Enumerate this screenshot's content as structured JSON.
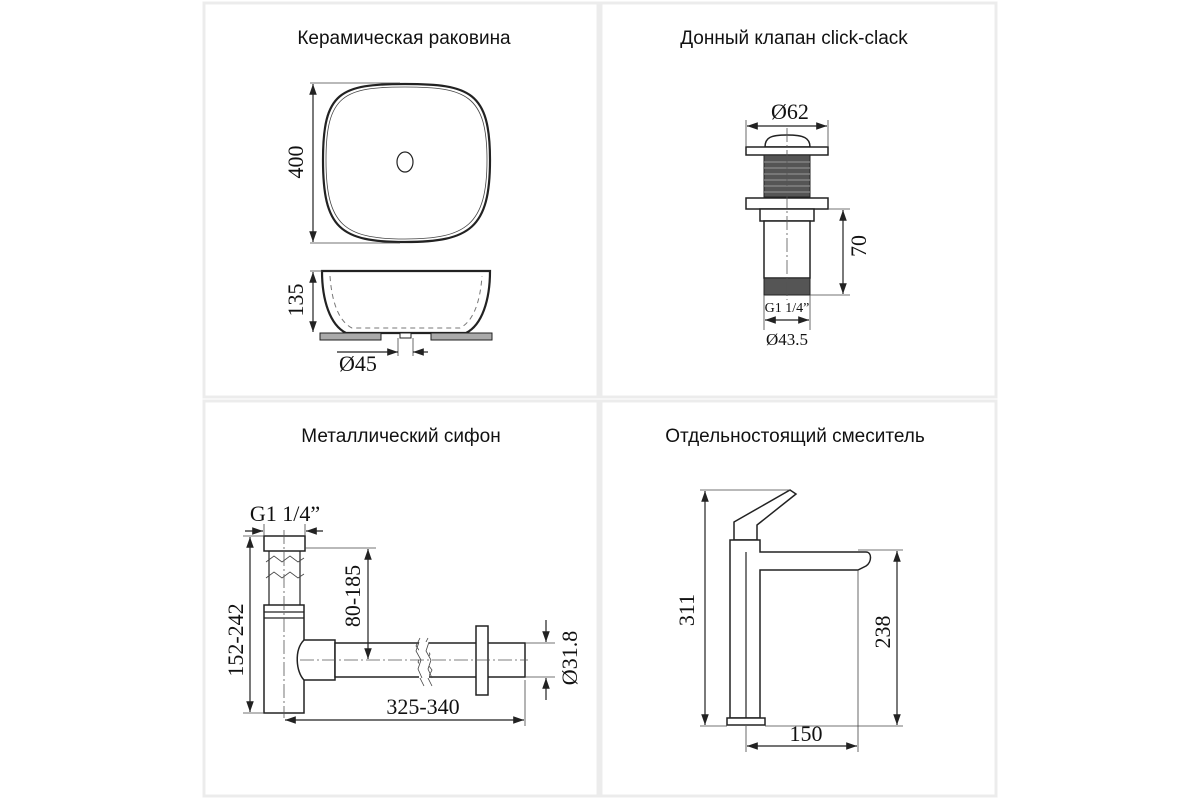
{
  "panels": [
    {
      "title": "Керамическая раковина",
      "dims": {
        "width": "400",
        "height": "135",
        "drain": "Ø45"
      }
    },
    {
      "title": "Донный клапан click-clack",
      "dims": {
        "diameter": "Ø62",
        "length": "70",
        "thread": "G1 1/4”",
        "outer": "Ø43.5"
      }
    },
    {
      "title": "Металлический сифон",
      "dims": {
        "thread": "G1 1/4”",
        "height": "152-242",
        "drop": "80-185",
        "pipe": "Ø31.8",
        "reach": "325-340"
      }
    },
    {
      "title": "Отдельностоящий смеситель",
      "dims": {
        "height": "311",
        "spout_height": "238",
        "reach": "150"
      }
    }
  ],
  "colors": {
    "background": "#ffffff",
    "panel_border": "#ececec",
    "line": "#222222"
  }
}
